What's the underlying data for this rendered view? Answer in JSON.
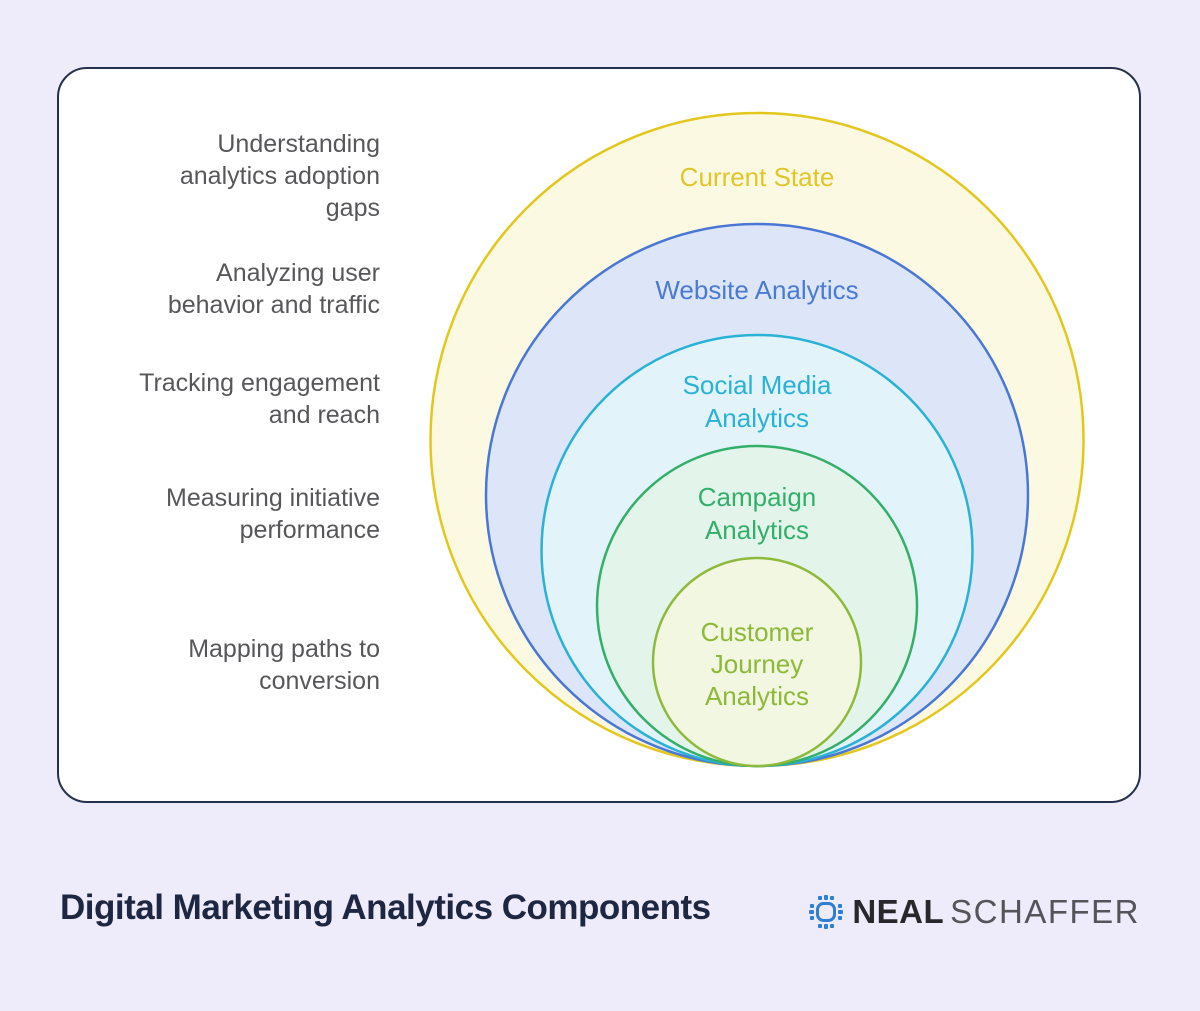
{
  "page": {
    "background_color": "#eeebfa",
    "card_background": "#ffffff",
    "card_border_color": "#25304a"
  },
  "side_labels": [
    {
      "lines": [
        "Understanding",
        "analytics adoption",
        "gaps"
      ]
    },
    {
      "lines": [
        "Analyzing user",
        "behavior and traffic"
      ]
    },
    {
      "lines": [
        "Tracking engagement",
        "and reach"
      ]
    },
    {
      "lines": [
        "Measuring initiative",
        "performance"
      ]
    },
    {
      "lines": [
        "Mapping paths to",
        "conversion"
      ]
    }
  ],
  "rings": [
    {
      "id": "current-state",
      "lines": [
        "Current State"
      ],
      "stroke": "#e3c71f",
      "fill": "#fcf9e3",
      "text_color": "#e0c62a"
    },
    {
      "id": "website-analytics",
      "lines": [
        "Website Analytics"
      ],
      "stroke": "#4a77d4",
      "fill": "#dce6f8",
      "text_color": "#4a7ad2"
    },
    {
      "id": "social-media-analytics",
      "lines": [
        "Social Media",
        "Analytics"
      ],
      "stroke": "#29b1d6",
      "fill": "#e2f4fa",
      "text_color": "#29b1d6"
    },
    {
      "id": "campaign-analytics",
      "lines": [
        "Campaign",
        "Analytics"
      ],
      "stroke": "#33af6a",
      "fill": "#e3f5ea",
      "text_color": "#33af6a"
    },
    {
      "id": "customer-journey-analytics",
      "lines": [
        "Customer",
        "Journey",
        "Analytics"
      ],
      "stroke": "#8eba3c",
      "fill": "#f1f7e0",
      "text_color": "#8db838"
    }
  ],
  "footer": {
    "title": "Digital Marketing Analytics Components",
    "brand_first": "NEAL",
    "brand_second": "SCHAFFER",
    "brand_icon": "chip-icon",
    "brand_icon_color": "#2e7fd6"
  }
}
